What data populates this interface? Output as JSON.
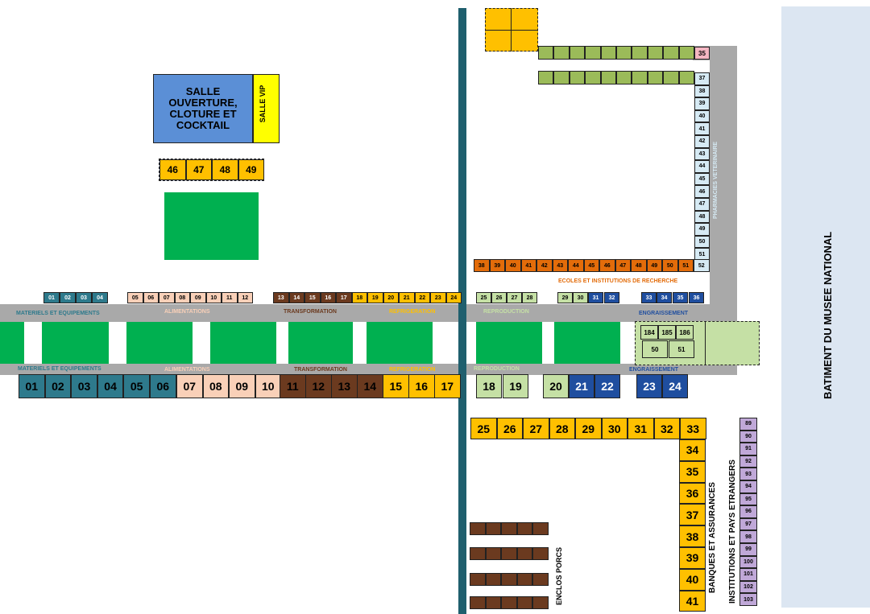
{
  "colors": {
    "teal": "#2e7a8c",
    "peach": "#f9d0b8",
    "brown": "#6b3a1f",
    "orange_y": "#ffc000",
    "lightgreen": "#c5e0a5",
    "green": "#9bbb59",
    "navy": "#1f4e9f",
    "orange": "#e36c0a",
    "lightblue": "#d6eaf4",
    "pink": "#f4b6c2",
    "purple": "#c0a8d8",
    "blue": "#5b8fd6",
    "yellow": "#ffff00",
    "plot": "#00b050",
    "road": "#a9a9a9",
    "sidebar": "#dce6f2",
    "line": "#1f5f6e"
  },
  "salle": {
    "title": "SALLE OUVERTURE, CLOTURE ET COCKTAIL",
    "vip": "SALLE VIP"
  },
  "top_stands": [
    "46",
    "47",
    "48",
    "49"
  ],
  "museum": "BATIMENT DU MUSEE NATIONAL",
  "section_labels_top": {
    "materiels": "MATERIELS ET EQUIPEMENTS",
    "alimentations": "ALIMENTATIONS",
    "transformation": "TRANSFORMATION",
    "refrigeration": "REFRIGERATION",
    "reproduction": "REPRODUCTION",
    "engraissement": "ENGRAISSEMENT"
  },
  "section_labels_bottom": {
    "materiels": "MATERIELS ET EQUIPEMENTS",
    "alimentations": "ALIMENTATIONS",
    "transformation": "TRANSFORMATION",
    "refrigeration": "REFRIGERATION",
    "reproduction": "REPRODUCTION",
    "engraissement": "ENGRAISSEMENT"
  },
  "ecoles": "ECOLES ET INSTITUTIONS DE RECHERCHE",
  "pharmacies": "PHARMACIES VETERINAIRE",
  "banques": "BANQUES ET ASSURANCES",
  "institutions": "INSTITUTIONS ET PAYS ETRANGERS",
  "enclos": "ENCLOS PORCS",
  "small_row_left": [
    "01",
    "02",
    "03",
    "04",
    "05",
    "06",
    "07",
    "08",
    "09",
    "10",
    "11",
    "12",
    "13",
    "14",
    "15",
    "16",
    "17",
    "18",
    "19",
    "20",
    "21",
    "22",
    "23",
    "24"
  ],
  "small_row_right": [
    "25",
    "26",
    "27",
    "28",
    "29",
    "30",
    "31",
    "32",
    "33",
    "34",
    "35",
    "36"
  ],
  "big_row_left": [
    "01",
    "02",
    "03",
    "04",
    "05",
    "06",
    "07",
    "08",
    "09",
    "10",
    "11",
    "12",
    "13",
    "14",
    "15",
    "16",
    "17"
  ],
  "big_row_right": [
    "18",
    "19",
    "20",
    "21",
    "22",
    "23",
    "24"
  ],
  "engrais_mid": [
    "184",
    "185",
    "186",
    "50",
    "51"
  ],
  "ecoles_row": [
    "38",
    "39",
    "40",
    "41",
    "42",
    "43",
    "44",
    "45",
    "46",
    "47",
    "48",
    "49",
    "50",
    "51",
    "52"
  ],
  "pharma_col": [
    "37",
    "38",
    "39",
    "40",
    "41",
    "42",
    "43",
    "44",
    "45",
    "46",
    "47",
    "48",
    "49",
    "50",
    "51"
  ],
  "top_right": {
    "s35": "35"
  },
  "banques_row": [
    "25",
    "26",
    "27",
    "28",
    "29",
    "30",
    "31",
    "32",
    "33"
  ],
  "banques_col": [
    "34",
    "35",
    "36",
    "37",
    "38",
    "39",
    "40",
    "41"
  ],
  "inst_col": [
    "89",
    "90",
    "91",
    "92",
    "93",
    "94",
    "95",
    "96",
    "97",
    "98",
    "99",
    "100",
    "101",
    "102",
    "103"
  ]
}
